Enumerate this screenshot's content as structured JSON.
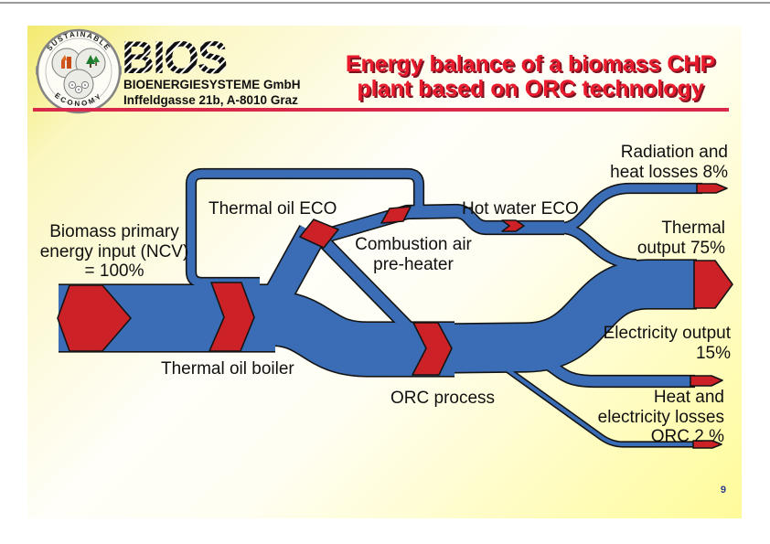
{
  "header": {
    "brand": "BIOS",
    "emblem": {
      "top": "SUSTAINABLE",
      "bottom": "ECONOMY"
    },
    "company_block": "BIOENERGIESYSTEME GmbH\nInffeldgasse 21b, A-8010 Graz"
  },
  "title": "Energy balance of a biomass CHP\nplant based on ORC technology",
  "page_number": "9",
  "colors": {
    "flow_blue": "#3a6db5",
    "marker_red": "#cc2127",
    "title_red": "#ea1b2d",
    "rule_red": "#d8294b",
    "slide_yellow": "#fffb9a"
  },
  "diagram_labels": {
    "biomass_input": "Biomass primary\nenergy input (NCV)\n= 100%",
    "thermal_oil_eco": "Thermal oil ECO",
    "combustion_air_preheater": "Combustion air\npre-heater",
    "hot_water_eco": "Hot water ECO",
    "radiation_losses": "Radiation and\nheat losses 8%",
    "thermal_output": "Thermal\noutput 75%",
    "electricity_output": "Electricity output\n15%",
    "orc_losses": "Heat and\nelectricity losses\nORC 2 %",
    "thermal_oil_boiler": "Thermal oil boiler",
    "orc_process": "ORC process"
  },
  "chart_data": {
    "type": "sankey",
    "title": "Energy balance of a biomass CHP plant based on ORC technology",
    "unit": "% of biomass primary energy input (NCV)",
    "input": {
      "label": "Biomass primary energy input (NCV)",
      "value": 100
    },
    "process_nodes": [
      "Thermal oil boiler",
      "Thermal oil ECO",
      "Combustion air pre-heater",
      "Hot water ECO",
      "ORC process"
    ],
    "outputs": [
      {
        "label": "Radiation and heat losses",
        "value": 8
      },
      {
        "label": "Thermal output",
        "value": 75
      },
      {
        "label": "Electricity output",
        "value": 15
      },
      {
        "label": "Heat and electricity losses ORC",
        "value": 2
      }
    ]
  }
}
